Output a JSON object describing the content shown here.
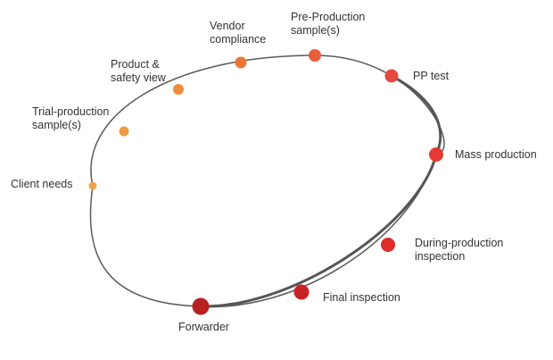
{
  "steps": [
    {
      "lines": [
        "Client needs"
      ],
      "color": "#F4A24A"
    },
    {
      "lines": [
        "Trial-production",
        "sample(s)"
      ],
      "color": "#F29A3E"
    },
    {
      "lines": [
        "Product &",
        "safety view"
      ],
      "color": "#EF8C3A"
    },
    {
      "lines": [
        "Vendor",
        "compliance"
      ],
      "color": "#EC7535"
    },
    {
      "lines": [
        "Pre-Production",
        "sample(s)"
      ],
      "color": "#E85D3C"
    },
    {
      "lines": [
        "PP test"
      ],
      "color": "#E5483F"
    },
    {
      "lines": [
        "Mass production"
      ],
      "color": "#E33A32"
    },
    {
      "lines": [
        "During-production",
        "inspection"
      ],
      "color": "#DD2E2A"
    },
    {
      "lines": [
        "Final inspection"
      ],
      "color": "#C92226"
    },
    {
      "lines": [
        "Forwarder"
      ],
      "color": "#B8201F"
    }
  ]
}
